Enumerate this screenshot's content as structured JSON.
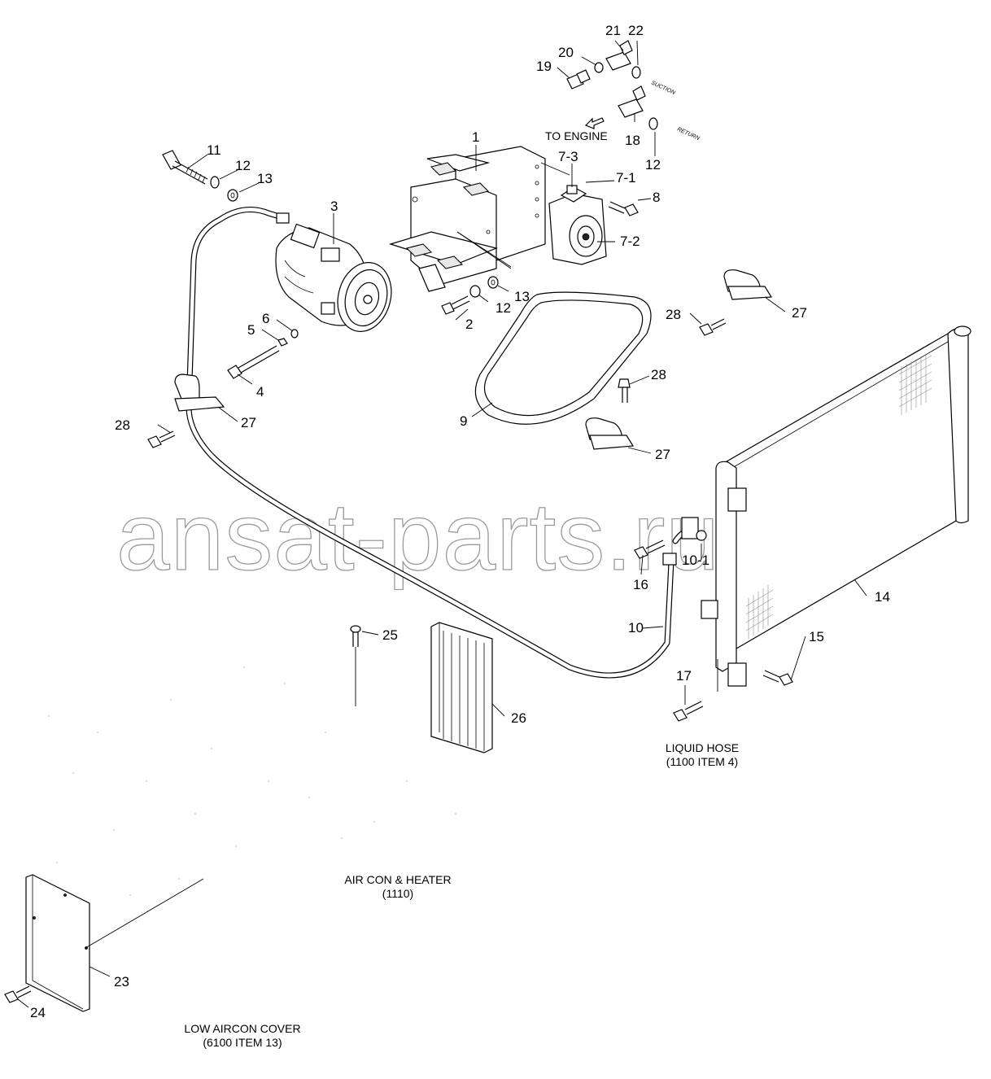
{
  "diagram": {
    "watermark": "ansat-parts.ru",
    "callouts": {
      "c1": "1",
      "c2": "2",
      "c3": "3",
      "c4": "4",
      "c5": "5",
      "c6": "6",
      "c7_1": "7-1",
      "c7_2": "7-2",
      "c7_3": "7-3",
      "c8": "8",
      "c9": "9",
      "c10": "10",
      "c10_1": "10-1",
      "c11": "11",
      "c12_a": "12",
      "c12_b": "12",
      "c12_c": "12",
      "c13_a": "13",
      "c13_b": "13",
      "c14": "14",
      "c15": "15",
      "c16": "16",
      "c17": "17",
      "c18": "18",
      "c19": "19",
      "c20": "20",
      "c21": "21",
      "c22": "22",
      "c23": "23",
      "c24": "24",
      "c25": "25",
      "c26": "26",
      "c27_a": "27",
      "c27_b": "27",
      "c27_c": "27",
      "c28_a": "28",
      "c28_b": "28",
      "c28_c": "28"
    },
    "notes": {
      "to_engine": "TO ENGINE",
      "suction": "SUCTION",
      "return": "RETURN",
      "liquid_hose_1": "LIQUID HOSE",
      "liquid_hose_2": "(1100 ITEM 4)",
      "air_con_1": "AIR CON & HEATER",
      "air_con_2": "(1110)",
      "low_cover_1": "LOW AIRCON COVER",
      "low_cover_2": "(6100 ITEM 13)"
    }
  }
}
